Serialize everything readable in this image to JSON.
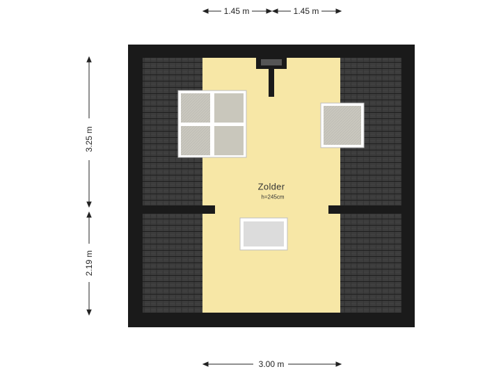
{
  "room": {
    "name": "Zolder",
    "height": "h=245cm"
  },
  "dimensions": {
    "top_left": "1.45 m",
    "top_right": "1.45 m",
    "bottom": "3.00 m",
    "left_upper": "3.25 m",
    "left_lower": "2.19 m"
  },
  "colors": {
    "wall": "#1a1a1a",
    "floor": "#f7e7a6",
    "roof": "#3a3a3a",
    "window_glass": "#c8c6bd"
  }
}
